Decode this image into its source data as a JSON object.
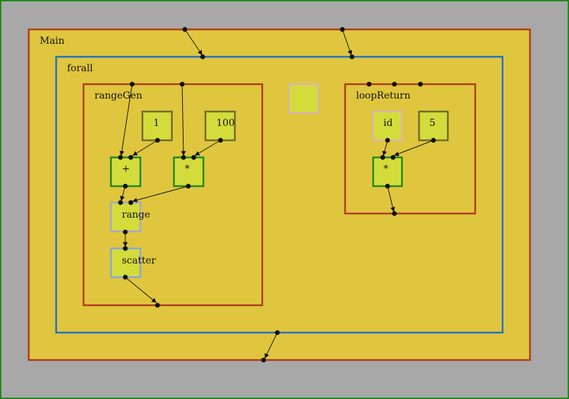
{
  "frames": {
    "main": {
      "label": "Main",
      "border": "#b03a1a"
    },
    "forall": {
      "label": "forall",
      "border": "#1f6fc8"
    },
    "range_gen": {
      "label": "rangeGen",
      "border": "#b03a1a"
    },
    "loop_return": {
      "label": "loopReturn",
      "border": "#b03a1a"
    }
  },
  "nodes": {
    "const_1": {
      "label": "1"
    },
    "const_100": {
      "label": "100"
    },
    "add": {
      "label": "+"
    },
    "mul_range": {
      "label": "*"
    },
    "range": {
      "label": "range"
    },
    "scatter": {
      "label": "scatter"
    },
    "id": {
      "label": "id"
    },
    "const_5": {
      "label": "5"
    },
    "mul_return": {
      "label": "*"
    },
    "empty_node": {
      "label": ""
    }
  },
  "colors": {
    "outer_border": "#1a8a1a",
    "background": "#a8a8a8",
    "frame_fill": "#dfc63e",
    "node_fill": "#d4dc3c",
    "node_border_green": "#1a8a1a",
    "node_border_olive": "#6e6a2a",
    "node_border_blue": "#8aa4d8",
    "node_border_pink": "#d8b4b4",
    "edge": "#111111"
  }
}
